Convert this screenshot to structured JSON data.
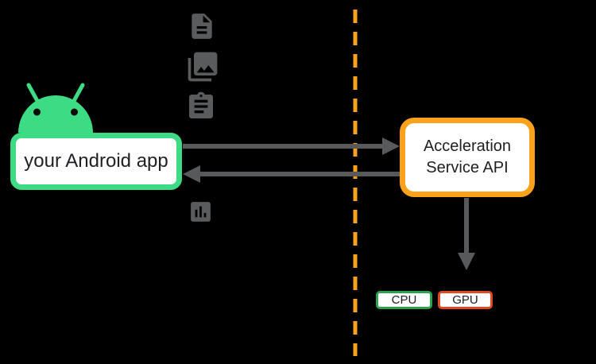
{
  "colors": {
    "background": "#000000",
    "android_green": "#3ddc84",
    "orange": "#faa21b",
    "cpu_green": "#2ba24c",
    "gpu_red": "#e04a23",
    "arrow_gray": "#58595b",
    "icon_gray": "#5a5b5d",
    "text_dark": "#202124",
    "box_white": "#ffffff"
  },
  "nodes": {
    "android_app": {
      "label": "your Android app"
    },
    "acceleration_service": {
      "line1": "Acceleration",
      "line2": "Service API"
    },
    "cpu": {
      "label": "CPU"
    },
    "gpu": {
      "label": "GPU"
    }
  },
  "icons": [
    {
      "name": "document-icon"
    },
    {
      "name": "photo-library-icon"
    },
    {
      "name": "clipboard-icon"
    },
    {
      "name": "bar-chart-icon"
    }
  ],
  "figure": {
    "robot": "android-robot"
  }
}
